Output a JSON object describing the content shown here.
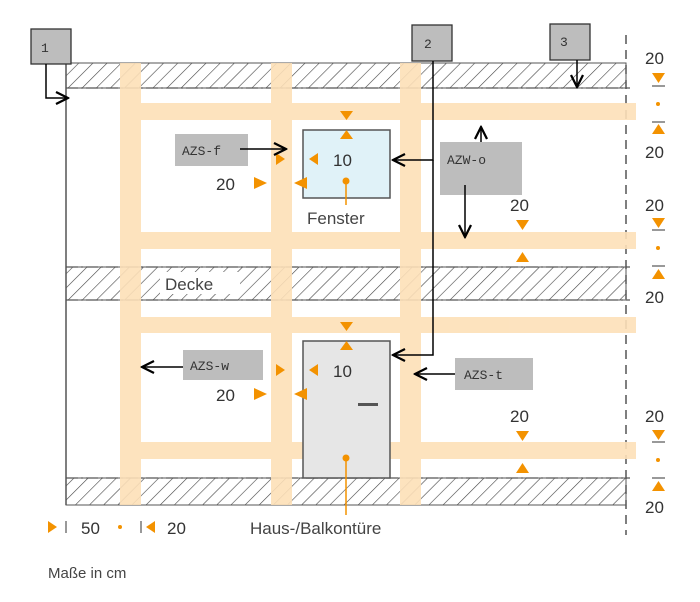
{
  "colors": {
    "orange": "#f39200",
    "strip": "#fde0b8",
    "window": "#e0f2f8",
    "door": "#e6e6e6",
    "tag": "#bdbdbd"
  },
  "tags": {
    "t1": "1",
    "t2": "2",
    "t3": "3"
  },
  "labels": {
    "azs_f": "AZS-f",
    "azw_o": "AZW-o",
    "azs_w": "AZS-w",
    "azs_t": "AZS-t",
    "decke": "Decke",
    "fenster": "Fenster",
    "tuere": "Haus-/Balkontüre",
    "units": "Maße in cm"
  },
  "dims": {
    "window_gap": "10",
    "window_side": "20",
    "door_gap": "10",
    "door_side": "20",
    "upper_mid": "20",
    "lower_mid": "20",
    "right": [
      "20",
      "20",
      "20",
      "20",
      "20",
      "20"
    ],
    "bottom_left": "50",
    "bottom_right": "20"
  }
}
